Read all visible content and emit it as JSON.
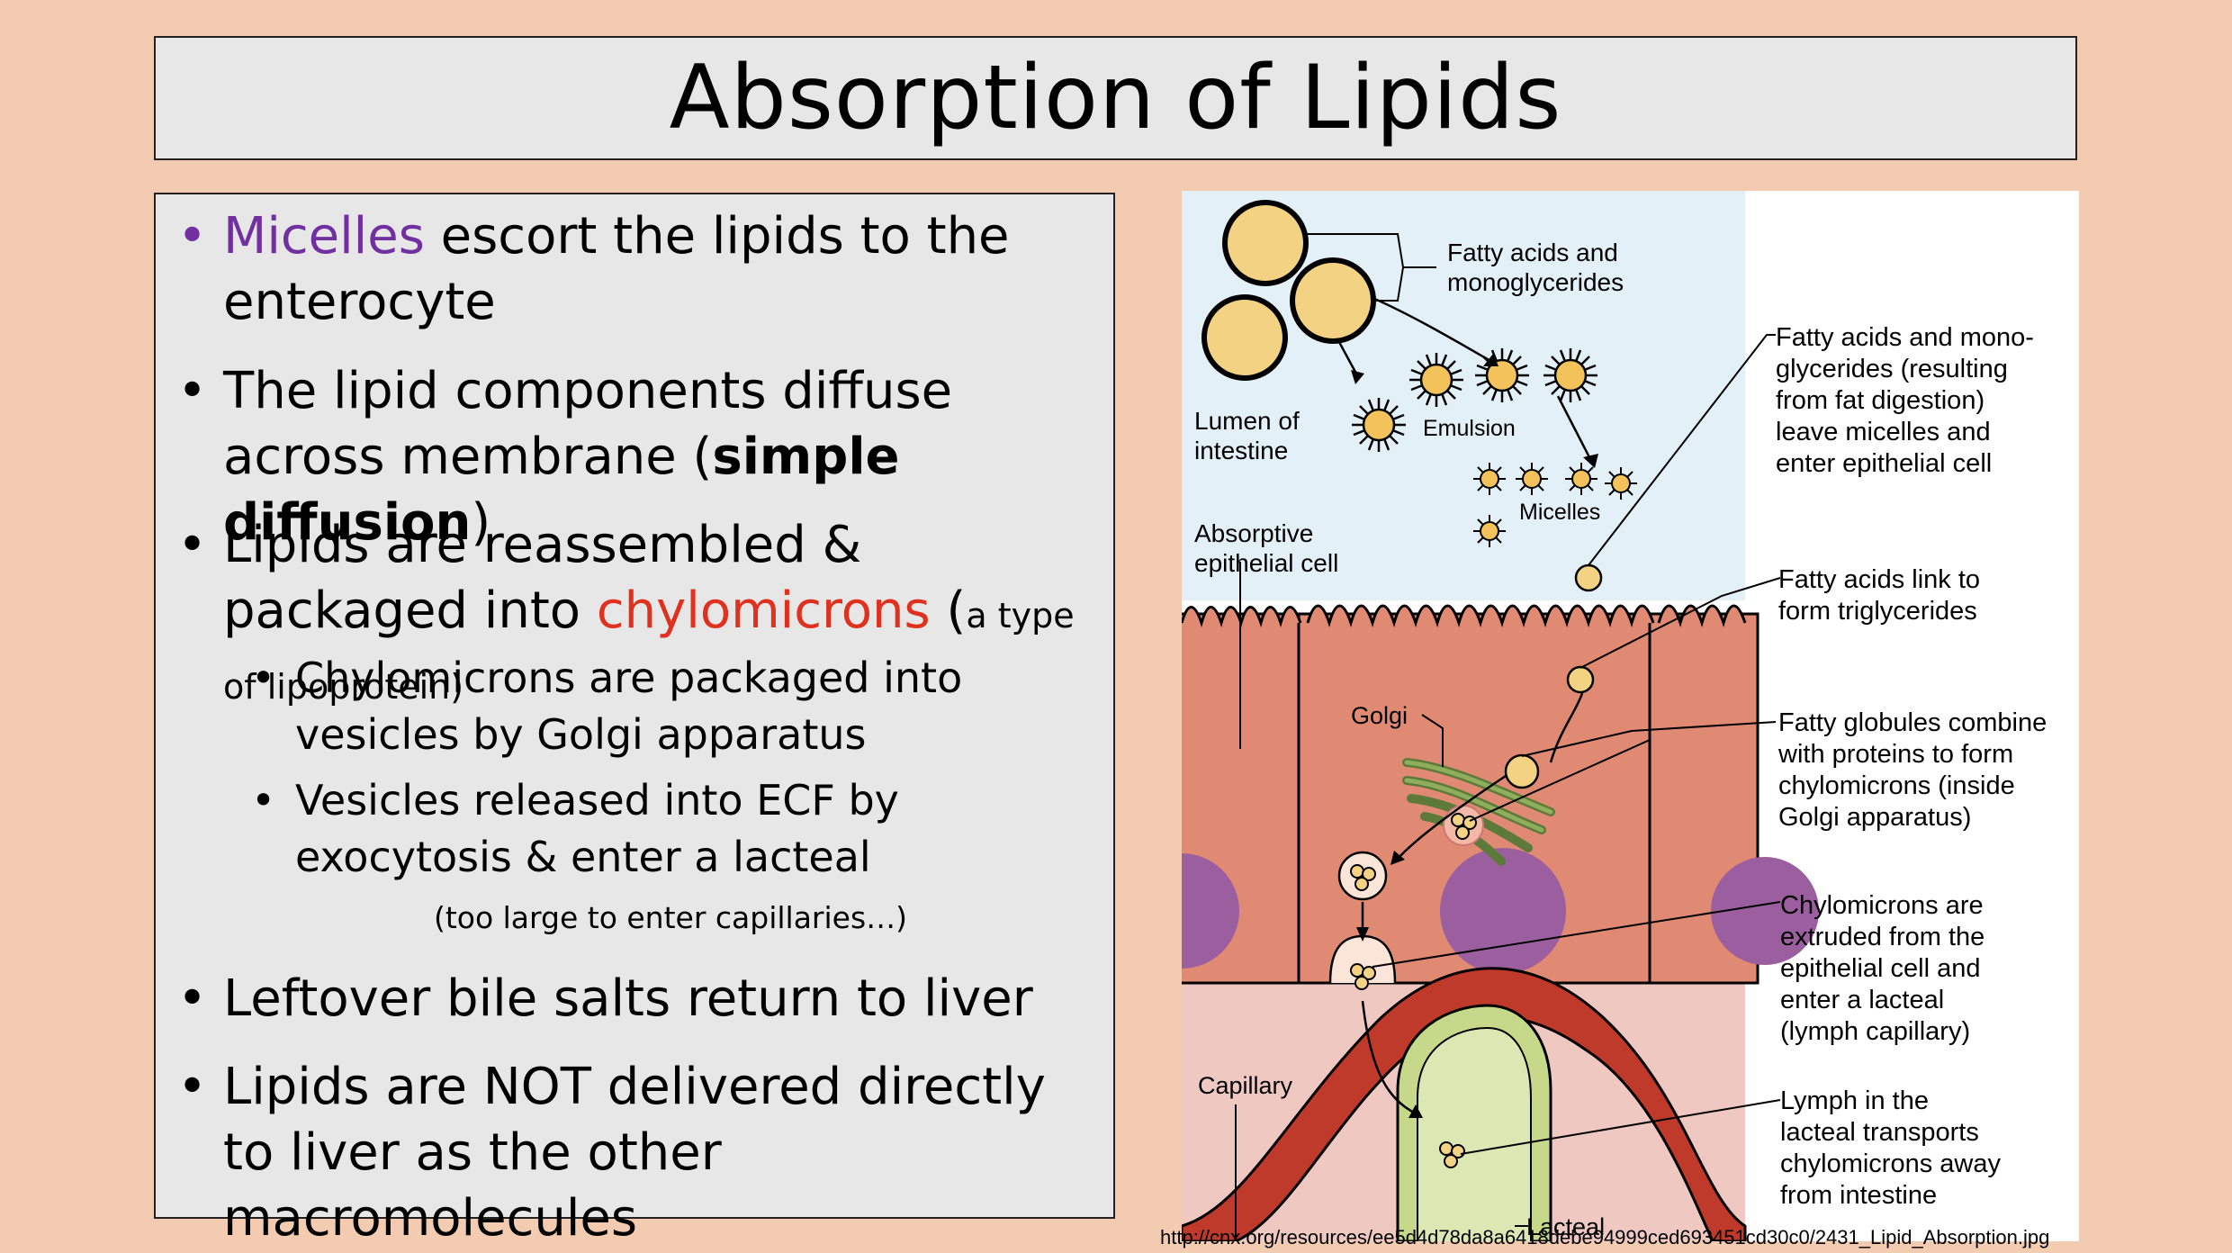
{
  "title": "Absorption of Lipids",
  "bullets": {
    "b1_highlight": "Micelles",
    "b1_rest": " escort the lipids to the enterocyte",
    "b2_text": "The lipid components diffuse across membrane (",
    "b2_bold": "simple diffusion",
    "b2_close": ")",
    "b3_text": "Lipids are reassembled & packaged into ",
    "b3_highlight": "chylomicrons",
    "b3_paren": " (",
    "b3_small": "a type of lipoprotein)",
    "sub1": "Chylomicrons are packaged into vesicles by Golgi apparatus",
    "sub2": "Vesicles released into ECF by exocytosis & enter a lacteal",
    "note": "(too large to enter capillaries…)",
    "b4": "Leftover bile salts return to liver",
    "b5": "Lipids are NOT delivered directly to liver as the other macromolecules"
  },
  "diagram": {
    "fatty_acids": [
      "Fatty acids and",
      "monoglycerides"
    ],
    "emulsion": "Emulsion",
    "lumen": [
      "Lumen of",
      "intestine"
    ],
    "micelles": "Micelles",
    "absorptive": [
      "Absorptive",
      "epithelial cell"
    ],
    "golgi": "Golgi",
    "capillary": "Capillary",
    "lacteal": "Lacteal",
    "callout1": [
      "Fatty acids and mono-",
      "glycerides (resulting",
      "from fat digestion)",
      "leave micelles and",
      "enter epithelial cell"
    ],
    "callout2": [
      "Fatty acids link to",
      "form triglycerides"
    ],
    "callout3": [
      "Fatty globules combine",
      "with proteins to form",
      "chylomicrons (inside",
      "Golgi apparatus)"
    ],
    "callout4": [
      "Chylomicrons are",
      "extruded from the",
      "epithelial cell and",
      "enter a lacteal",
      "(lymph capillary)"
    ],
    "callout5": [
      "Lymph in the",
      "lacteal transports",
      "chylomicrons away",
      "from intestine"
    ]
  },
  "source_url": "http://cnx.org/resources/ee5d4d78da8a6418debe94999ced693451cd30c0/2431_Lipid_Absorption.jpg",
  "colors": {
    "background": "#f2cbb0",
    "panel": "#e7e7e7",
    "micelles_text": "#7030a0",
    "chylomicrons_text": "#e0301e",
    "lumen": "#e3f0f8",
    "cell": "#e08a74",
    "nucleus": "#9b5fa0",
    "vessel": "#c03a2b",
    "lacteal": "#c6d98a",
    "fat_droplet": "#f3d283"
  }
}
